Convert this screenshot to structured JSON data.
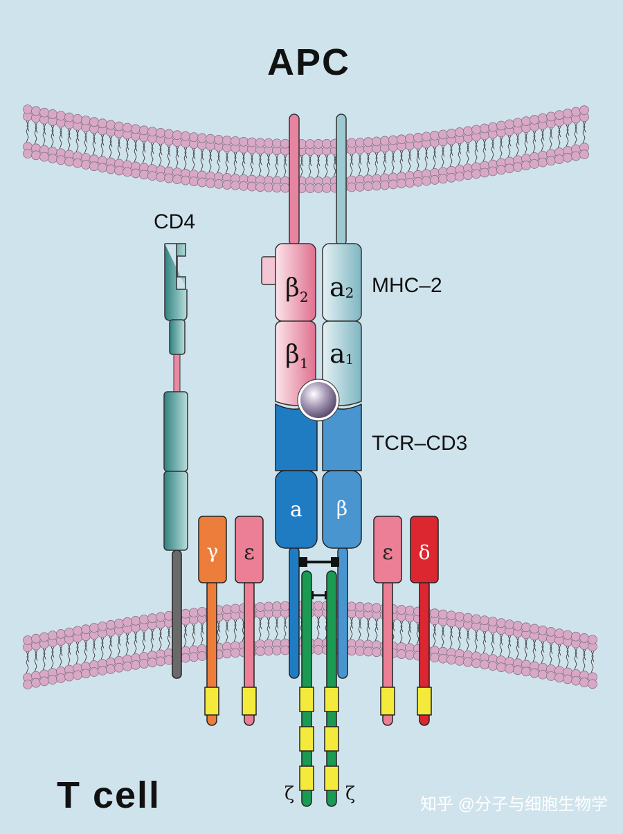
{
  "labels": {
    "apc": "APC",
    "tcell": "T cell",
    "cd4": "CD4",
    "mhc2": "MHC–2",
    "tcr_cd3": "TCR–CD3"
  },
  "domains": {
    "beta2": "β",
    "beta2_sub": "2",
    "alpha2": "a",
    "alpha2_sub": "2",
    "beta1": "β",
    "beta1_sub": "1",
    "alpha1": "a",
    "alpha1_sub": "1",
    "tcr_alpha": "a",
    "tcr_beta": "β",
    "gamma": "γ",
    "epsilon_left": "ε",
    "epsilon_right": "ε",
    "delta": "δ",
    "zeta_left": "ζ",
    "zeta_right": "ζ"
  },
  "watermark": "知乎 @分子与细胞生物学",
  "colors": {
    "background": "#cfe3ec",
    "lipid_head": "#d8a9c6",
    "mhc_beta": "#e7849f",
    "mhc_alpha": "#9cc9d2",
    "tcr_alpha": "#1f7cc2",
    "tcr_beta": "#4895d0",
    "cd4": "#4d9b98",
    "gamma": "#ec7d3b",
    "epsilon": "#ec7f95",
    "delta": "#dc2630",
    "zeta": "#1a9a53",
    "itam": "#f4ea3c"
  }
}
